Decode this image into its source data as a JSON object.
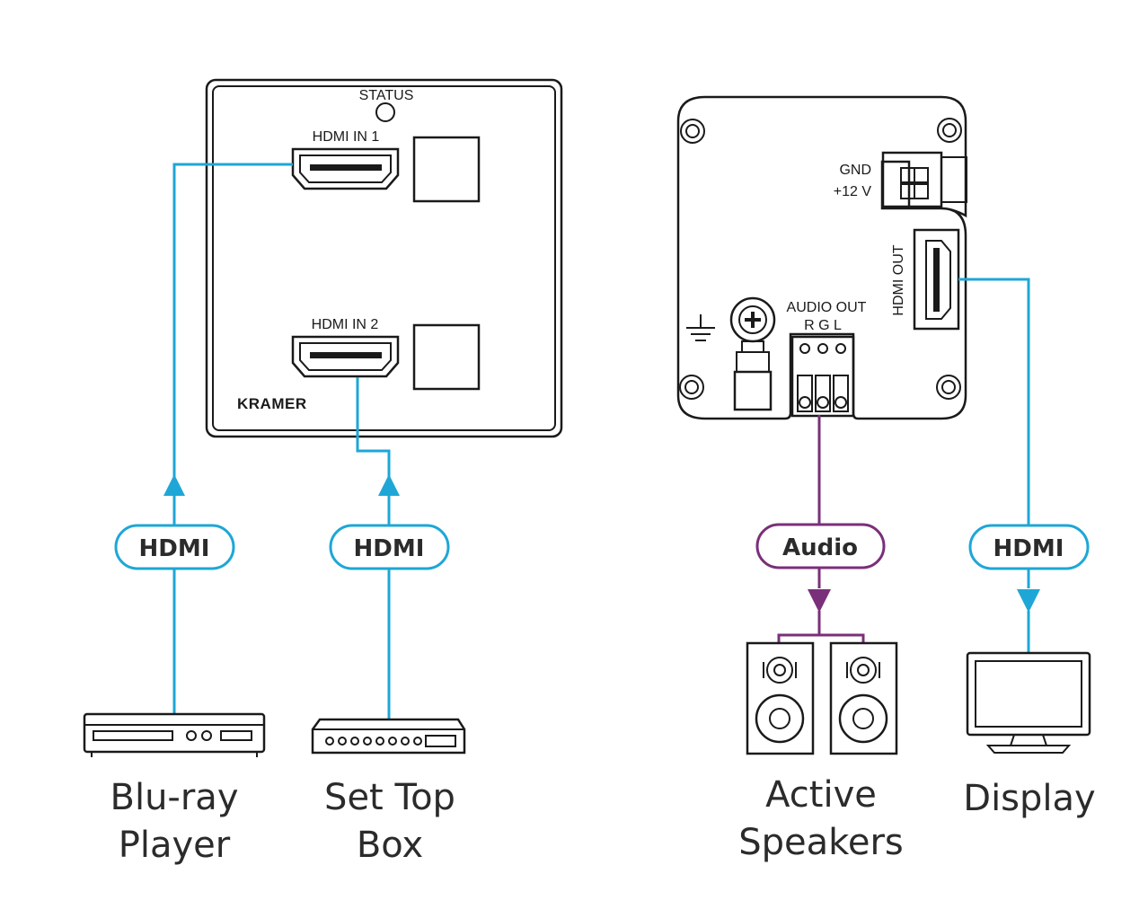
{
  "wallplate": {
    "status_label": "STATUS",
    "input1_label": "HDMI IN 1",
    "input2_label": "HDMI IN 2",
    "brand": "KRAMER"
  },
  "receiver": {
    "gnd_label": "GND",
    "power_label": "+12 V",
    "hdmi_out_label": "HDMI OUT",
    "audio_out_label": "AUDIO OUT",
    "audio_pins_label": "R G L"
  },
  "cables": {
    "bluray": "HDMI",
    "settop": "HDMI",
    "audio": "Audio",
    "display": "HDMI"
  },
  "devices": {
    "bluray": [
      "Blu-ray",
      "Player"
    ],
    "settop": [
      "Set Top",
      "Box"
    ],
    "speakers": [
      "Active",
      "Speakers"
    ],
    "display": [
      "Display"
    ]
  },
  "colors": {
    "hdmi_cable": "#1ea7d6",
    "audio_cable": "#7a2f7a",
    "outline": "#1a1a1a"
  },
  "icons": [
    "ground-icon",
    "hdmi-port-icon",
    "terminal-block-icon",
    "bluray-player-icon",
    "set-top-box-icon",
    "speakers-icon",
    "display-icon"
  ]
}
